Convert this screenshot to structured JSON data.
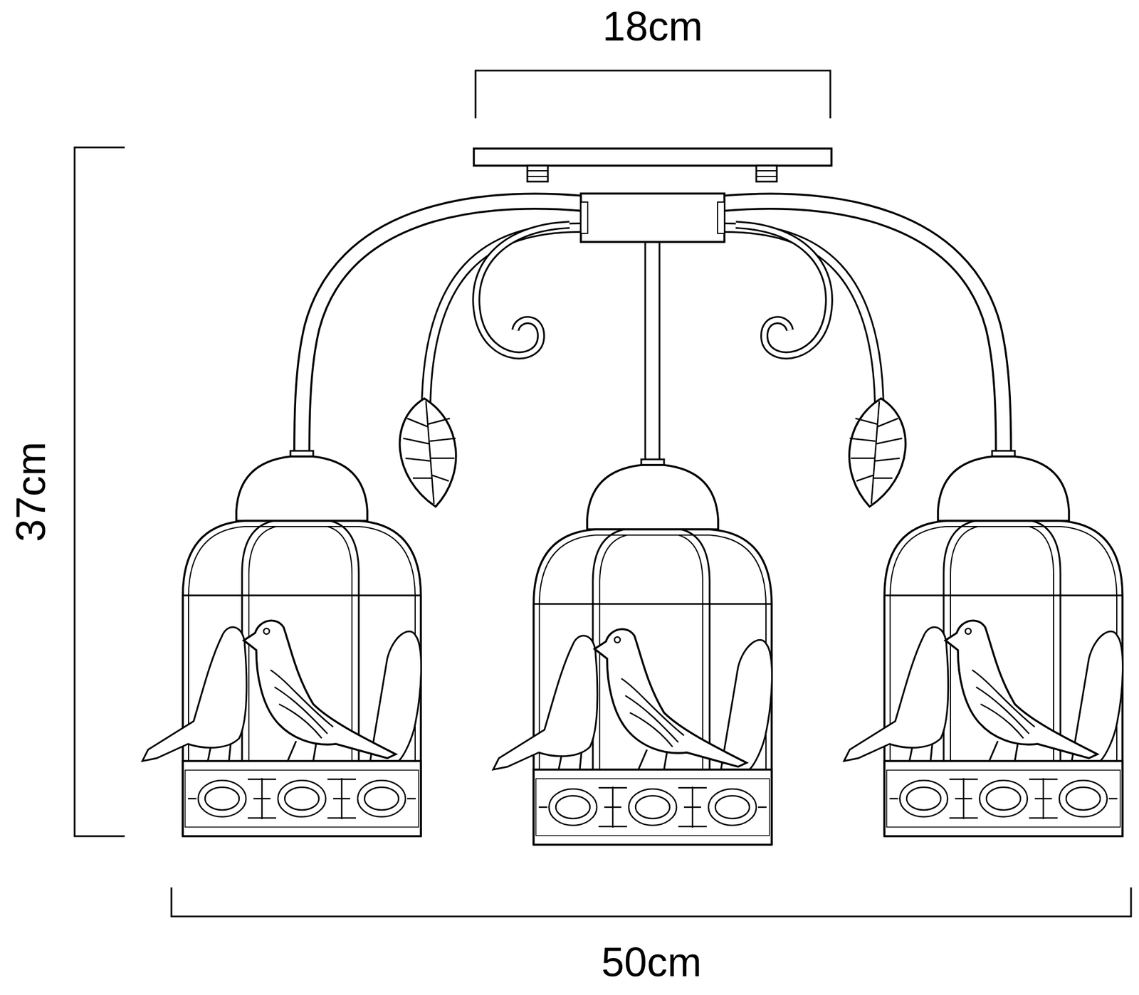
{
  "diagram": {
    "labels": [
      "18cm",
      "37cm",
      "50cm"
    ]
  }
}
